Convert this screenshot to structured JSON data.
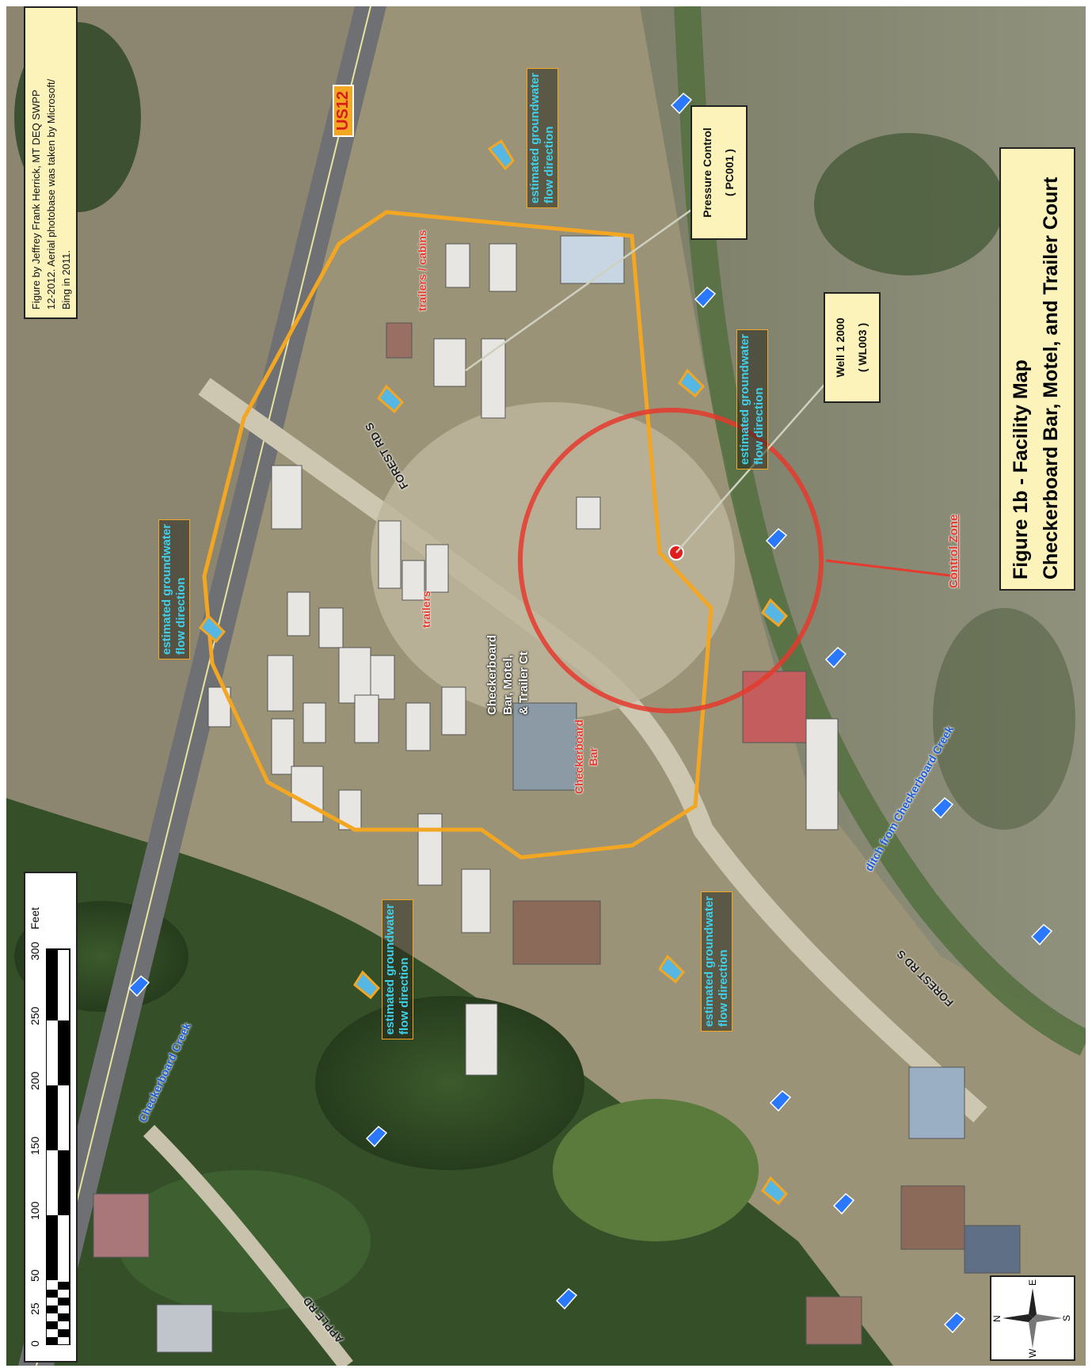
{
  "title": {
    "line1": "Figure 1b - Facility Map",
    "line2": "Checkerboard Bar, Motel, and Trailer Court"
  },
  "credit": {
    "line1": "Figure by Jeffrey Frank Herrick, MT DEQ SWPP",
    "line2": "12-2012. Aerial photobase was taken by Microsoft/",
    "line3": "Bing in 2011."
  },
  "scale_bar": {
    "ticks": [
      "0",
      "25",
      "50",
      "100",
      "150",
      "200",
      "250",
      "300"
    ],
    "unit": "Feet"
  },
  "compass": {
    "n": "N",
    "e": "E",
    "s": "S",
    "w": "W"
  },
  "labels": {
    "highway": "US12",
    "pressure_control_name": "Pressure Control",
    "pressure_control_id": "( PC001 )",
    "well_name": "Well 1 2000",
    "well_id": "( WL003 )",
    "control_zone": "Control Zone",
    "facility_line1": "Checkerboard",
    "facility_line2": "Bar, Motel,",
    "facility_line3": "& Trailer Ct",
    "checkerboard_bar_line1": "Checkerboard",
    "checkerboard_bar_line2": "Bar",
    "trailers": "trailers",
    "trailers_cabins": "trailers / cabins",
    "forest_rd_upper": "FOREST RD S",
    "forest_rd_lower": "FOREST RD S",
    "apple_rd": "APPLE RD",
    "creek_upper": "ditch from Checkerboard Creek",
    "creek_lower": "Checkerboard Creek"
  },
  "groundwater_labels": [
    {
      "line1": "estimated groundwater",
      "line2": "flow direction"
    },
    {
      "line1": "estimated groundwater",
      "line2": "flow direction"
    },
    {
      "line1": "estimated groundwater",
      "line2": "flow direction"
    },
    {
      "line1": "estimated groundwater",
      "line2": "flow direction"
    },
    {
      "line1": "estimated groundwater",
      "line2": "flow direction"
    }
  ],
  "colors": {
    "label_box": "#fbf3b9",
    "boundary": "#f3a622",
    "control_zone": "#e53a2d",
    "groundwater_text": "#3fd0ea",
    "creek_arrow": "#2a78ff",
    "vegetation": "#4b6a35",
    "meadow": "#8a8e73"
  },
  "icons": [
    "north-arrow-icon",
    "well-point-icon",
    "groundwater-arrow-icon",
    "creek-flow-arrow-icon"
  ]
}
